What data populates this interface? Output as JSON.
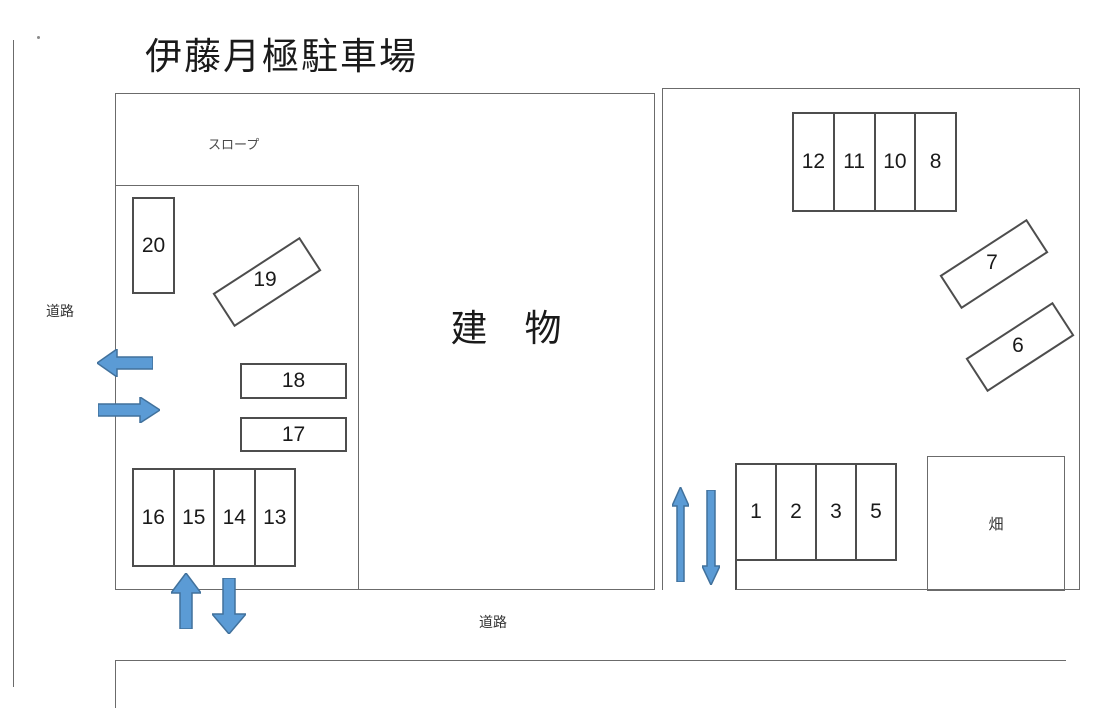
{
  "title": "伊藤月極駐車場",
  "labels": {
    "slope": "スロープ",
    "road_left": "道路",
    "road_bottom": "道路",
    "building": "建　物",
    "field": "畑"
  },
  "left_lot": {
    "spot_20": "20",
    "spot_19": "19",
    "spot_18": "18",
    "spot_17": "17",
    "row_bottom": [
      "16",
      "15",
      "14",
      "13"
    ]
  },
  "right_lot": {
    "row_top": [
      "12",
      "11",
      "10",
      "8"
    ],
    "spot_7": "7",
    "spot_6": "6",
    "row_bottom": [
      "1",
      "2",
      "3",
      "5"
    ]
  },
  "icons": {
    "arrows": [
      "arrow-left-icon",
      "arrow-right-icon",
      "arrow-up-icon",
      "arrow-down-icon"
    ]
  },
  "colors": {
    "line": "#6b6b6b",
    "box": "#4d4d4d",
    "arrow_fill": "#5B9BD5",
    "arrow_stroke": "#41719C"
  }
}
